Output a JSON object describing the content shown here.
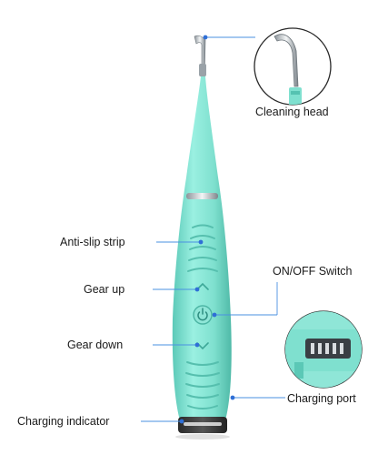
{
  "labels": {
    "cleaning_head": "Cleaning head",
    "anti_slip_strip": "Anti-slip strip",
    "on_off_switch": "ON/OFF Switch",
    "gear_up": "Gear up",
    "gear_down": "Gear down",
    "charging_port": "Charging port",
    "charging_indicator": "Charging indicator"
  },
  "colors": {
    "body": "#7fe0cf",
    "body_shadow": "#52bfae",
    "callout_line": "#4a90e2",
    "callout_dot": "#2f6fd6",
    "metal": "#c9ced2"
  }
}
